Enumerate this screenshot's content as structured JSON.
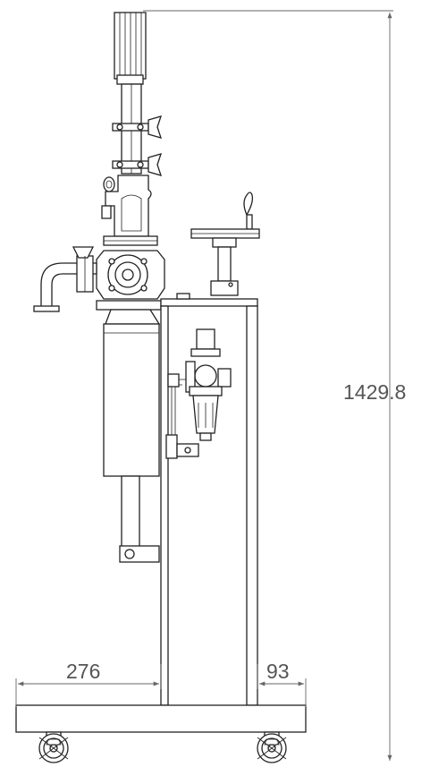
{
  "dimensions": {
    "height_total": "1429.8",
    "left_overhang": "276",
    "right_overhang": "93"
  },
  "colors": {
    "line": "#222222",
    "dimension_line": "#666666",
    "dimension_text": "#555555",
    "background": "#ffffff"
  }
}
